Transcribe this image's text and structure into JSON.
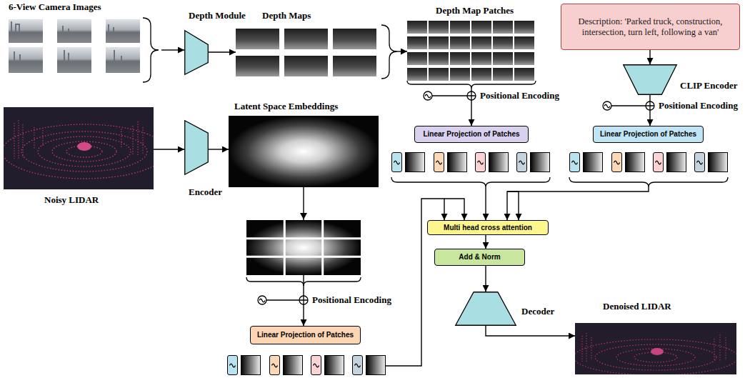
{
  "diagram": {
    "nodes": [
      {
        "text": [
          "6-View Camera Images"
        ]
      },
      {
        "text": [
          "Depth Module"
        ]
      },
      {
        "text": [
          "Depth Maps"
        ]
      },
      {
        "text": [
          "Depth Map Patches"
        ]
      },
      {
        "text": [
          "Description: 'Parked truck, construction, intersection, turn left, following a van'"
        ]
      },
      {
        "text": [
          "CLIP Encoder"
        ]
      },
      {
        "text": [
          "Latent Space Embeddings"
        ]
      },
      {
        "text": [
          "Noisy LIDAR"
        ]
      },
      {
        "text": [
          "Encoder"
        ]
      },
      {
        "text": [
          "Linear Projection of Patches"
        ]
      },
      {
        "text": [
          "Linear Projection of Patches"
        ]
      },
      {
        "text": [
          "Linear Projection of Patches"
        ]
      },
      {
        "text": [
          "Multi head cross attention"
        ]
      },
      {
        "text": [
          "Add & Norm"
        ]
      },
      {
        "text": [
          "Decoder"
        ]
      },
      {
        "text": [
          "Denoised LIDAR"
        ]
      }
    ],
    "edges": [
      {
        "from": 0,
        "to": 1,
        "arrow": "to"
      },
      {
        "from": 1,
        "to": 2,
        "arrow": "to"
      },
      {
        "from": 2,
        "to": 3,
        "arrow": "to"
      },
      {
        "from": 3,
        "to": 9,
        "arrow": "to"
      },
      {
        "from": 4,
        "to": 5,
        "arrow": "to"
      },
      {
        "from": 5,
        "to": 10,
        "arrow": "to"
      },
      {
        "from": 7,
        "to": 8,
        "arrow": "to"
      },
      {
        "from": 8,
        "to": 6,
        "arrow": "to"
      },
      {
        "from": 6,
        "to": 11,
        "arrow": "to"
      },
      {
        "from": 9,
        "to": 12,
        "arrow": "to"
      },
      {
        "from": 10,
        "to": 12,
        "arrow": "to"
      },
      {
        "from": 11,
        "to": 12,
        "arrow": "to"
      },
      {
        "from": 12,
        "to": 13,
        "arrow": "to"
      },
      {
        "from": 13,
        "to": 14,
        "arrow": "to"
      },
      {
        "from": 14,
        "to": 15,
        "arrow": "to"
      }
    ],
    "labels": [
      "Positional Encoding",
      "Positional Encoding",
      "Positional Encoding"
    ]
  }
}
